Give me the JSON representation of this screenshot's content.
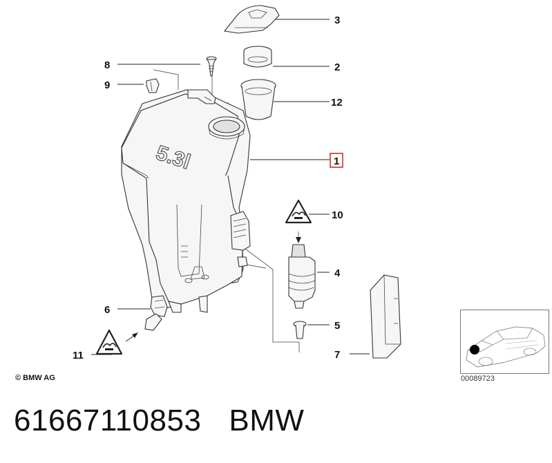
{
  "callouts": [
    {
      "id": "c1",
      "label": "1",
      "highlighted": true
    },
    {
      "id": "c2",
      "label": "2"
    },
    {
      "id": "c3",
      "label": "3"
    },
    {
      "id": "c4",
      "label": "4"
    },
    {
      "id": "c5",
      "label": "5"
    },
    {
      "id": "c6",
      "label": "6"
    },
    {
      "id": "c7",
      "label": "7"
    },
    {
      "id": "c8",
      "label": "8"
    },
    {
      "id": "c9",
      "label": "9"
    },
    {
      "id": "c10",
      "label": "10"
    },
    {
      "id": "c11",
      "label": "11"
    },
    {
      "id": "c12",
      "label": "12"
    }
  ],
  "tank_embossing": "5.3l",
  "copyright": "© BMW AG",
  "reference_number": "00089723",
  "footer": {
    "part_number": "61667110853",
    "brand": "BMW"
  },
  "colors": {
    "highlight_border": "#cc2222",
    "line": "#222222"
  }
}
